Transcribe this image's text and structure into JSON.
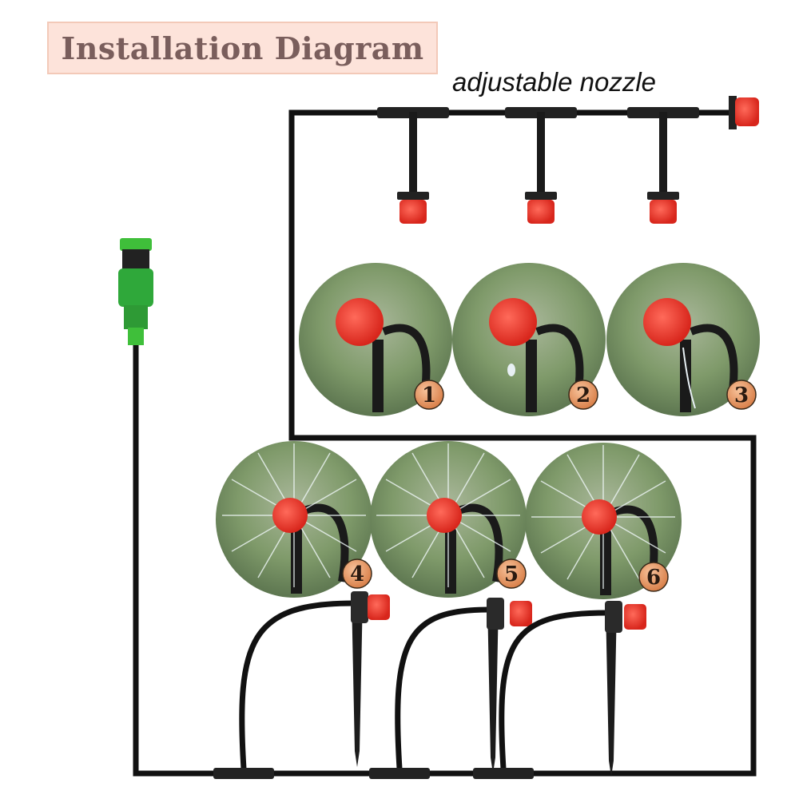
{
  "title": "Installation Diagram",
  "nozzle_label": "adjustable nozzle",
  "steps": [
    "1",
    "2",
    "3",
    "4",
    "5",
    "6"
  ],
  "colors": {
    "pipe": "#111111",
    "cap": "#e8332a",
    "connector": "#2fa83a",
    "badge": "#e89a68",
    "title_bg": "#fde3da",
    "title_text": "#7a5e5c"
  }
}
